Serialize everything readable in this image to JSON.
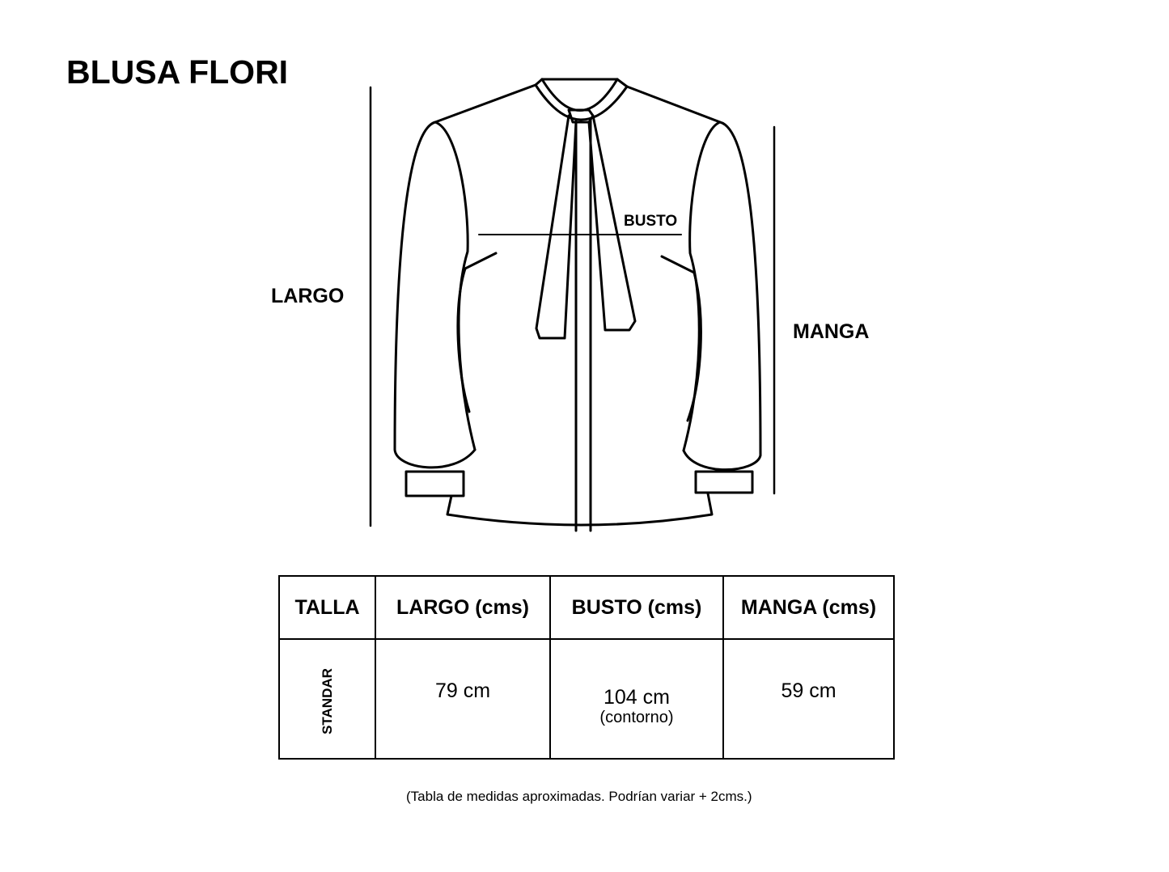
{
  "title": "BLUSA FLORI",
  "diagram": {
    "largo_label": "LARGO",
    "manga_label": "MANGA",
    "busto_label": "BUSTO"
  },
  "table": {
    "headers": [
      "TALLA",
      "LARGO (cms)",
      "BUSTO (cms)",
      "MANGA (cms)"
    ],
    "rows": [
      {
        "talla": "STANDAR",
        "largo": "79 cm",
        "busto": "104 cm",
        "busto_note": "(contorno)",
        "manga": "59 cm"
      }
    ]
  },
  "footnote": "(Tabla de medidas aproximadas. Podrían variar + 2cms.)"
}
